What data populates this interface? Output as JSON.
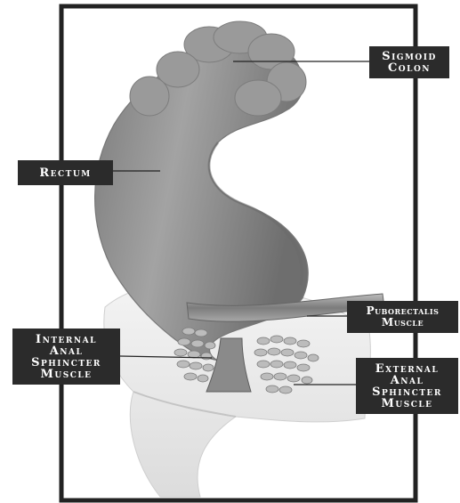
{
  "labels": {
    "sigmoid_colon": [
      "Sigmoid",
      "Colon"
    ],
    "rectum": [
      "Rectum"
    ],
    "puborectalis": [
      "Puborectalis",
      "Muscle"
    ],
    "internal_sphincter": [
      "Internal",
      "Anal",
      "Sphincter",
      "Muscle"
    ],
    "external_sphincter": [
      "External",
      "Anal",
      "Sphincter",
      "Muscle"
    ]
  },
  "colors": {
    "frame": "#222222",
    "label_bg": "#2b2b2b",
    "label_text": "#ffffff",
    "bowel": "#8e8e8e",
    "bowel_shadow": "#6a6a6a",
    "pelvic_tissue": "#ececec",
    "muscle_band": "#9a9a9a"
  }
}
